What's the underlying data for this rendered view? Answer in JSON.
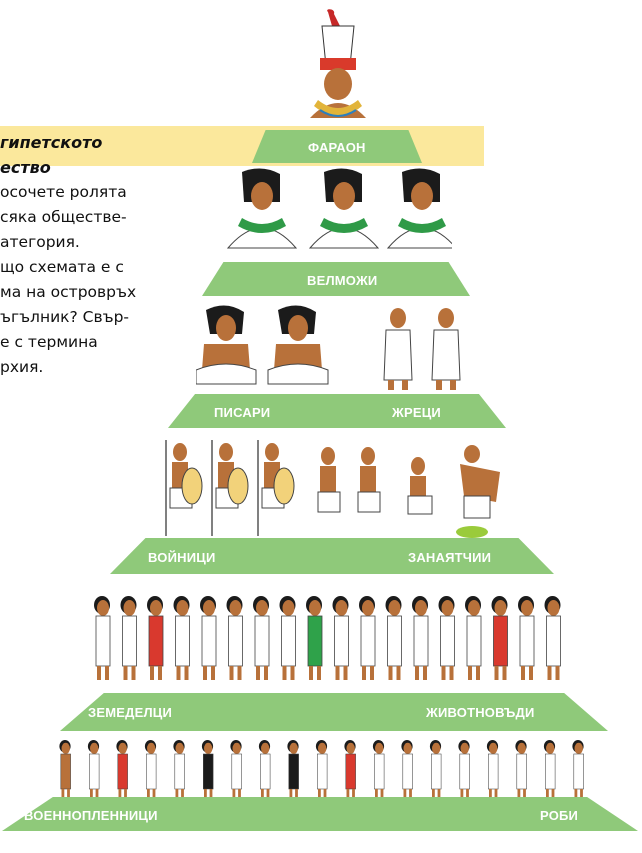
{
  "text_box": {
    "title_lines": [
      "гипетското",
      "ество"
    ],
    "body_lines": [
      "осочете ролята",
      "сяка обществе-",
      "атегория.",
      "що схемата е с",
      "ма на островръх",
      "ъгълник? Свър-",
      "е с термина",
      "рхия."
    ]
  },
  "tiers": {
    "pharaoh": "ФАРАОН",
    "nobles": "ВЕЛМОЖИ",
    "scribes": "ПИСАРИ",
    "priests": "ЖРЕЦИ",
    "warriors": "ВОЙНИЦИ",
    "craftsmen": "ЗАНАЯТЧИИ",
    "farmers": "ЗЕМЕДЕЛЦИ",
    "herders": "ЖИВОТНОВЪДИ",
    "prisoners": "ВОЕННОПЛЕННИЦИ",
    "slaves": "РОБИ"
  },
  "colors": {
    "tier_green": "#8fc97a",
    "band_yellow": "#fbe89c",
    "skin": "#b8713a",
    "hair": "#1b1b1b",
    "cloth": "#ffffff",
    "red_dress": "#d9392e",
    "green_dress": "#2fa24a"
  }
}
